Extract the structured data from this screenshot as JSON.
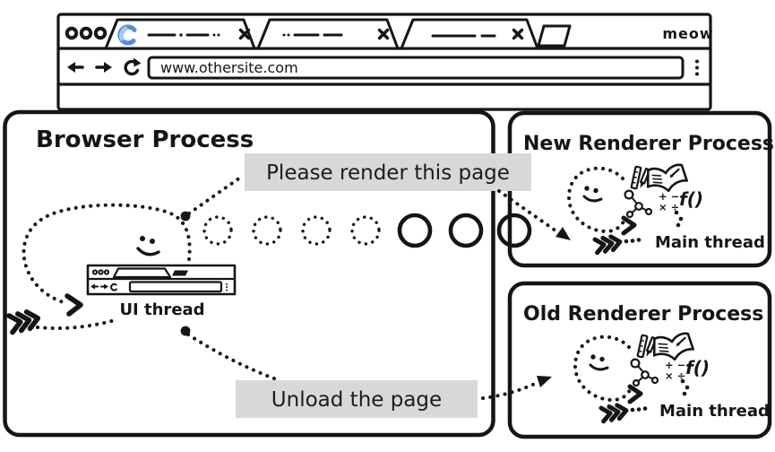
{
  "browser_window": {
    "brand_label": "meow",
    "address_url": "www.othersite.com"
  },
  "browser_process": {
    "title": "Browser Process",
    "thread_label": "UI thread"
  },
  "new_renderer_process": {
    "title": "New Renderer Process",
    "thread_label": "Main thread"
  },
  "old_renderer_process": {
    "title": "Old Renderer Process",
    "thread_label": "Main thread"
  },
  "messages": {
    "render_request": "Please render this page",
    "unload_request": "Unload the page"
  },
  "renderer_character": {
    "function_glyph": "f()",
    "math_glyph_top": "+ −",
    "math_glyph_bottom": "× ÷"
  },
  "ipc_queue": {
    "pending_messages_dotted": 4,
    "delivered_messages_solid": 3
  },
  "colors": {
    "ink": "#151515",
    "message_label_bg": "#d8d8d8",
    "tab_spinner_blue": "#4a90e2",
    "tab_spinner_blue_light": "#a3c9f2"
  }
}
